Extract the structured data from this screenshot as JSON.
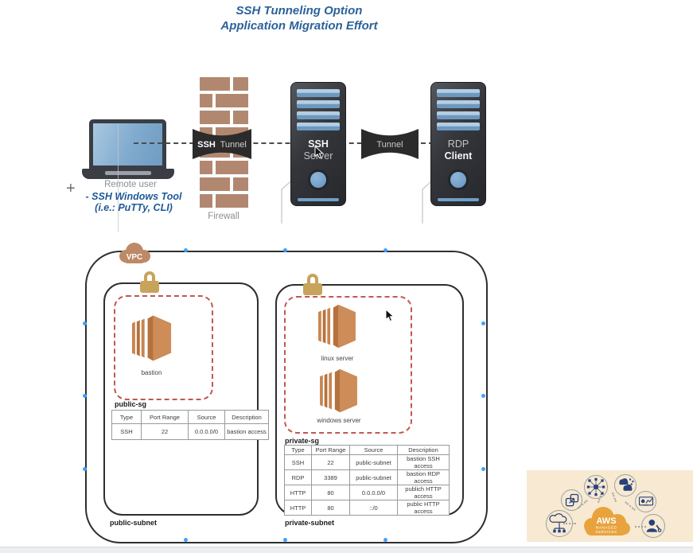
{
  "title": {
    "line1": "SSH Tunneling Option",
    "line2": "Application Migration Effort"
  },
  "flow": {
    "plus": "+",
    "remote_user": "Remote user",
    "tool_note_line1": "- SSH Windows Tool",
    "tool_note_line2": "(i.e.: PuTTy, CLI)",
    "firewall": "Firewall",
    "ssh_tunnel": {
      "bold": "SSH",
      "rest": "Tunnel"
    },
    "ssh_server": {
      "line1": "SSH",
      "line2": "Server"
    },
    "tunnel": "Tunnel",
    "rdp_client": {
      "line1": "RDP",
      "line2": "Client"
    }
  },
  "vpc": {
    "cloud": "VPC",
    "public": {
      "instance": "bastion",
      "sg_title": "public-sg",
      "headers": [
        "Type",
        "Port Range",
        "Source",
        "Description"
      ],
      "rows": [
        [
          "SSH",
          "22",
          "0.0.0.0/0",
          "bastion access"
        ]
      ],
      "subnet": "public-subnet"
    },
    "private": {
      "instance1": "linux server",
      "instance2": "windows server",
      "sg_title": "private-sg",
      "headers": [
        "Type",
        "Port Range",
        "Source",
        "Description"
      ],
      "rows": [
        [
          "SSH",
          "22",
          "public-subnet",
          "bastion SSH access"
        ],
        [
          "RDP",
          "3389",
          "public-subnet",
          "bastion RDP access"
        ],
        [
          "HTTP",
          "80",
          "0.0.0.0/0",
          "publich HTTP access"
        ],
        [
          "HTTP",
          "80",
          "::/0",
          "public HTTP access"
        ]
      ],
      "subnet": "private-subnet"
    }
  },
  "badge": {
    "aws": "AWS",
    "managed": "MANAGED",
    "services": "SERVICES"
  },
  "colors": {
    "title_blue": "#2b6299",
    "annotation_blue": "#1f5a96",
    "brick": "#b1886f",
    "ribbon_dark": "#2b2b2b",
    "server_blue": "#6f9fc9",
    "lock_gold": "#c7a35b",
    "sg_dashed_red": "#c4574e",
    "ec2_orange": "#cd8c58",
    "aws_cloud_orange": "#e8a33d",
    "badge_bg": "#f7e9d2",
    "handle_blue": "#41a0ff"
  }
}
